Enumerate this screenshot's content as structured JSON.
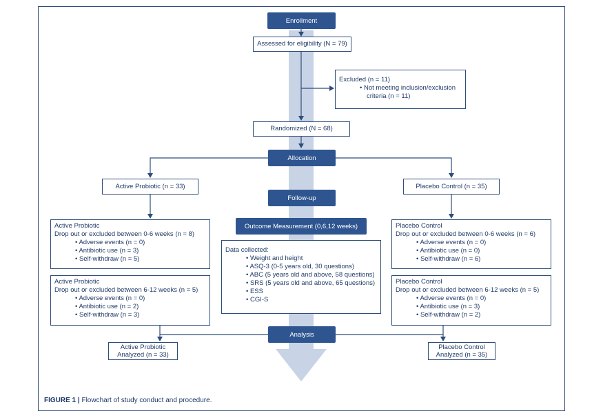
{
  "colors": {
    "accent": "#2e5590",
    "line": "#2e4d7a",
    "arrow_band": "#c8d3e6"
  },
  "stages": {
    "enrollment": "Enrollment",
    "allocation": "Allocation",
    "followup": "Follow-up",
    "outcome": "Outcome Measurement (0,6,12 weeks)",
    "analysis": "Analysis"
  },
  "assessed": "Assessed for eligibility (N = 79)",
  "excluded": {
    "title": "Excluded (n = 11)",
    "item_line1": "• Not meeting inclusion/exclusion",
    "item_line2": "criteria (n = 11)"
  },
  "randomized": "Randomized (N = 68)",
  "active_arm": "Active Probiotic (n = 33)",
  "placebo_arm": "Placebo Control (n = 35)",
  "active_dropout_1": {
    "title": "Active Probiotic",
    "subtitle": "Drop out or excluded between 0-6 weeks (n = 8)",
    "items": [
      "• Adverse events (n = 0)",
      "• Antibiotic use (n = 3)",
      "• Self-withdraw (n = 5)"
    ]
  },
  "active_dropout_2": {
    "title": "Active Probiotic",
    "subtitle": "Drop out or excluded between 6-12 weeks (n = 5)",
    "items": [
      "• Adverse events (n = 0)",
      "• Antibiotic use (n = 2)",
      "• Self-withdraw (n = 3)"
    ]
  },
  "placebo_dropout_1": {
    "title": "Placebo Control",
    "subtitle": "Drop out or excluded between 0-6 weeks (n = 6)",
    "items": [
      "• Adverse events (n = 0)",
      "• Antibiotic use (n = 0)",
      "• Self-withdraw (n = 6)"
    ]
  },
  "placebo_dropout_2": {
    "title": "Placebo Control",
    "subtitle": "Drop out or excluded between 6-12 weeks (n = 5)",
    "items": [
      "• Adverse events (n = 0)",
      "• Antibiotic use (n = 3)",
      "• Self-withdraw (n = 2)"
    ]
  },
  "data_collected": {
    "title": "Data collected:",
    "items": [
      "• Weight and height",
      "• ASQ-3 (0-5 years old, 30 questions)",
      "• ABC (5 years old and above, 58 questions)",
      "• SRS (5 years old and above, 65 questions)",
      "• ESS",
      "• CGI-S"
    ]
  },
  "active_analyzed": {
    "line1": "Active Probiotic",
    "line2": "Analyzed (n = 33)"
  },
  "placebo_analyzed": {
    "line1": "Placebo Control",
    "line2": "Analyzed (n = 35)"
  },
  "caption": {
    "label": "FIGURE 1 |",
    "text": " Flowchart of study conduct and procedure."
  }
}
